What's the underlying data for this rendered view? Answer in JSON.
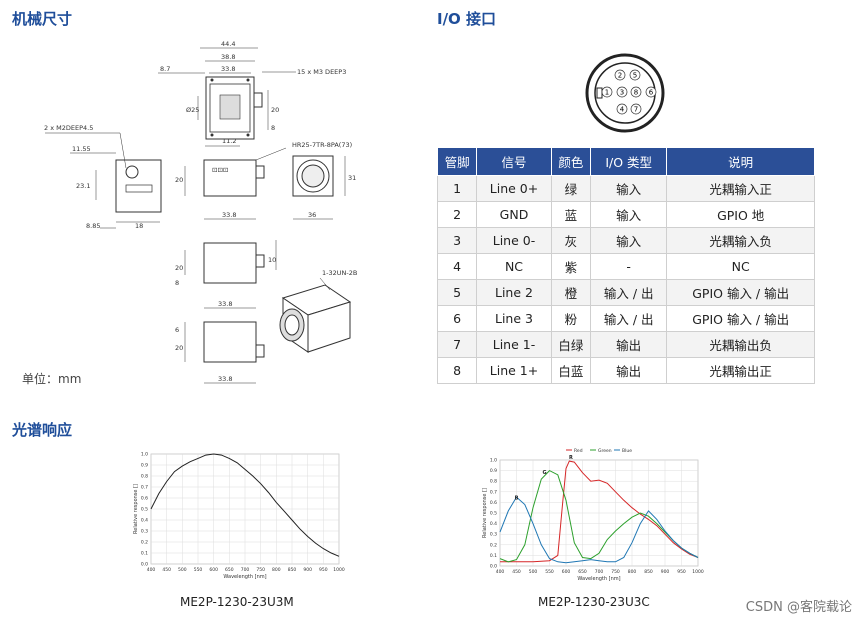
{
  "headings": {
    "mechanical": "机械尺寸",
    "io": "I/O 接口",
    "spectral": "光谱响应"
  },
  "units_label": "单位：mm",
  "drawing_labels": {
    "d44_4": "44.4",
    "d38_8": "38.8",
    "d33_8a": "33.8",
    "d8_7": "8.7",
    "screws": "15 x  M3 DEEP3",
    "phi25": "Ø25",
    "d20a": "20",
    "d8a": "8",
    "d11_2": "11.2",
    "m2": "2 x  M2DEEP4.5",
    "hr25": "HR25-7TR-8PA(73)",
    "d11_55": "11.55",
    "d23_1": "23.1",
    "d8_85": "8.85",
    "d18": "18",
    "d20b": "20",
    "d33_8b": "33.8",
    "d36": "36",
    "d31": "31",
    "d10": "10",
    "d20c": "20",
    "d8b": "8",
    "d33_8c": "33.8",
    "d6": "6",
    "d20d": "20",
    "d33_8d": "33.8",
    "mount": "1-32UN-2B",
    "logo": "⊡⊡⊡"
  },
  "connector_pins": [
    "1",
    "2",
    "3",
    "4",
    "5",
    "6",
    "7",
    "8"
  ],
  "io_table": {
    "headers": [
      "管脚",
      "信号",
      "颜色",
      "I/O 类型",
      "说明"
    ],
    "rows": [
      [
        "1",
        "Line 0+",
        "绿",
        "输入",
        "光耦输入正"
      ],
      [
        "2",
        "GND",
        "蓝",
        "输入",
        "GPIO 地"
      ],
      [
        "3",
        "Line 0-",
        "灰",
        "输入",
        "光耦输入负"
      ],
      [
        "4",
        "NC",
        "紫",
        "-",
        "NC"
      ],
      [
        "5",
        "Line 2",
        "橙",
        "输入 / 出",
        "GPIO 输入 / 输出"
      ],
      [
        "6",
        "Line 3",
        "粉",
        "输入 / 出",
        "GPIO 输入 / 输出"
      ],
      [
        "7",
        "Line 1-",
        "白绿",
        "输出",
        "光耦输出负"
      ],
      [
        "8",
        "Line 1+",
        "白蓝",
        "输出",
        "光耦输出正"
      ]
    ]
  },
  "chart_data": [
    {
      "type": "line",
      "title": "",
      "caption": "ME2P-1230-23U3M",
      "xlabel": "Wavelength [nm]",
      "ylabel": "Relative response []",
      "xlim": [
        400,
        1000
      ],
      "ylim": [
        0,
        1.0
      ],
      "x_ticks": [
        "400",
        "450",
        "500",
        "550",
        "600",
        "650",
        "700",
        "750",
        "800",
        "850",
        "900",
        "950",
        "1000"
      ],
      "y_ticks": [
        "0.0",
        "0.1",
        "0.2",
        "0.3",
        "0.4",
        "0.5",
        "0.6",
        "0.7",
        "0.8",
        "0.9",
        "1.0"
      ],
      "grid": true,
      "series": [
        {
          "color": "#222222",
          "x": [
            400,
            425,
            450,
            475,
            500,
            525,
            550,
            575,
            600,
            625,
            650,
            675,
            700,
            725,
            750,
            775,
            800,
            825,
            850,
            875,
            900,
            925,
            950,
            975,
            1000
          ],
          "y": [
            0.5,
            0.64,
            0.75,
            0.84,
            0.89,
            0.93,
            0.96,
            0.99,
            1.0,
            0.99,
            0.96,
            0.92,
            0.86,
            0.8,
            0.73,
            0.65,
            0.56,
            0.48,
            0.4,
            0.32,
            0.25,
            0.19,
            0.14,
            0.1,
            0.07
          ]
        }
      ]
    },
    {
      "type": "line",
      "title": "",
      "caption": "ME2P-1230-23U3C",
      "xlabel": "Wavelength [nm]",
      "ylabel": "Relative response []",
      "xlim": [
        400,
        1000
      ],
      "ylim": [
        0,
        1.0
      ],
      "x_ticks": [
        "400",
        "450",
        "500",
        "550",
        "600",
        "650",
        "700",
        "750",
        "800",
        "850",
        "900",
        "950",
        "1000"
      ],
      "y_ticks": [
        "0.0",
        "0.1",
        "0.2",
        "0.3",
        "0.4",
        "0.5",
        "0.6",
        "0.7",
        "0.8",
        "0.9",
        "1.0"
      ],
      "grid": true,
      "legend": "top",
      "legend_entries": [
        "Red",
        "Green",
        "Blue"
      ],
      "annotations": [
        "B",
        "G",
        "R"
      ],
      "series": [
        {
          "name": "Red",
          "color": "#d62728",
          "x": [
            400,
            450,
            500,
            550,
            575,
            590,
            600,
            610,
            625,
            650,
            675,
            700,
            725,
            750,
            775,
            800,
            825,
            850,
            875,
            900,
            925,
            950,
            975,
            1000
          ],
          "y": [
            0.04,
            0.04,
            0.04,
            0.05,
            0.1,
            0.6,
            0.92,
            0.99,
            0.98,
            0.88,
            0.8,
            0.81,
            0.78,
            0.7,
            0.62,
            0.55,
            0.49,
            0.44,
            0.38,
            0.3,
            0.22,
            0.16,
            0.11,
            0.08
          ]
        },
        {
          "name": "Green",
          "color": "#2ca02c",
          "x": [
            400,
            425,
            450,
            475,
            500,
            525,
            550,
            575,
            600,
            625,
            650,
            675,
            700,
            725,
            750,
            775,
            800,
            825,
            850,
            875,
            900,
            925,
            950,
            975,
            1000
          ],
          "y": [
            0.07,
            0.04,
            0.06,
            0.2,
            0.55,
            0.82,
            0.9,
            0.86,
            0.62,
            0.22,
            0.08,
            0.07,
            0.12,
            0.25,
            0.33,
            0.4,
            0.46,
            0.5,
            0.47,
            0.4,
            0.32,
            0.24,
            0.17,
            0.12,
            0.08
          ]
        },
        {
          "name": "Blue",
          "color": "#1f77b4",
          "x": [
            400,
            425,
            450,
            475,
            500,
            525,
            550,
            575,
            600,
            625,
            650,
            675,
            700,
            725,
            750,
            775,
            800,
            825,
            850,
            875,
            900,
            925,
            950,
            975,
            1000
          ],
          "y": [
            0.32,
            0.52,
            0.65,
            0.58,
            0.4,
            0.2,
            0.07,
            0.04,
            0.03,
            0.04,
            0.05,
            0.06,
            0.05,
            0.04,
            0.04,
            0.08,
            0.22,
            0.4,
            0.52,
            0.44,
            0.33,
            0.24,
            0.17,
            0.12,
            0.08
          ]
        }
      ]
    }
  ],
  "watermark": "CSDN @客院载论"
}
